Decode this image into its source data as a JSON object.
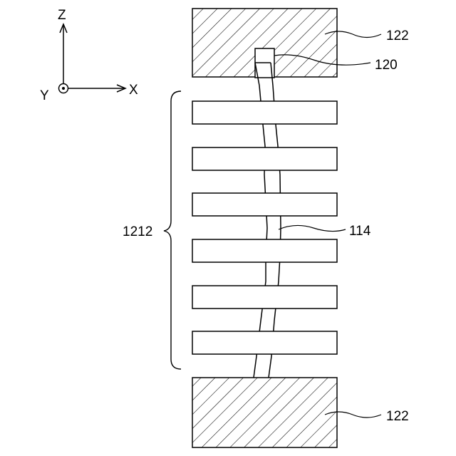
{
  "axes": {
    "z_label": "Z",
    "x_label": "X",
    "y_label": "Y"
  },
  "labels": {
    "top_block": "122",
    "bottom_block": "122",
    "fiber_tip": "120",
    "fiber": "114",
    "plate_stack": "1212"
  },
  "plate_count": 6,
  "colors": {
    "stroke": "#000000",
    "background": "#ffffff"
  }
}
